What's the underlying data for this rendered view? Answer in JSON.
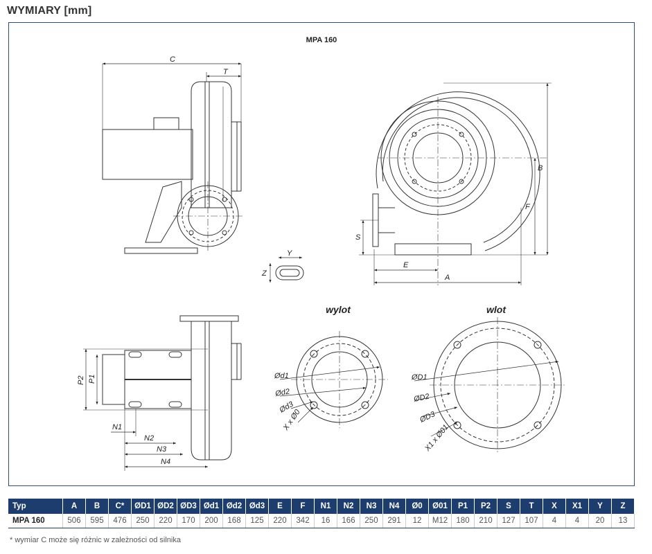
{
  "header": {
    "title": "WYMIARY [mm]"
  },
  "drawing": {
    "model_label": "MPA 160",
    "dims_side": [
      "C",
      "T"
    ],
    "dims_front": [
      "S",
      "E",
      "A",
      "F",
      "B"
    ],
    "slot_dims": [
      "Y",
      "Z"
    ],
    "dims_bottom": [
      "P2",
      "P1",
      "N1",
      "N2",
      "N3",
      "N4"
    ],
    "outlet": {
      "label": "wylot",
      "dims": [
        "Ød1",
        "Ød2",
        "Ød3",
        "X x Ø0"
      ]
    },
    "inlet": {
      "label": "wlot",
      "dims": [
        "ØD1",
        "ØD2",
        "ØD3",
        "X1 x Ø01"
      ]
    }
  },
  "table": {
    "headers": [
      "Typ",
      "A",
      "B",
      "C*",
      "ØD1",
      "ØD2",
      "ØD3",
      "Ød1",
      "Ød2",
      "Ød3",
      "E",
      "F",
      "N1",
      "N2",
      "N3",
      "N4",
      "Ø0",
      "Ø01",
      "P1",
      "P2",
      "S",
      "T",
      "X",
      "X1",
      "Y",
      "Z"
    ],
    "rows": [
      [
        "MPA 160",
        "506",
        "595",
        "476",
        "250",
        "220",
        "170",
        "200",
        "168",
        "125",
        "220",
        "342",
        "16",
        "166",
        "250",
        "291",
        "12",
        "M12",
        "180",
        "210",
        "127",
        "107",
        "4",
        "4",
        "20",
        "13"
      ]
    ]
  },
  "footnote": "* wymiar C może się różnic w zależności od silnika"
}
